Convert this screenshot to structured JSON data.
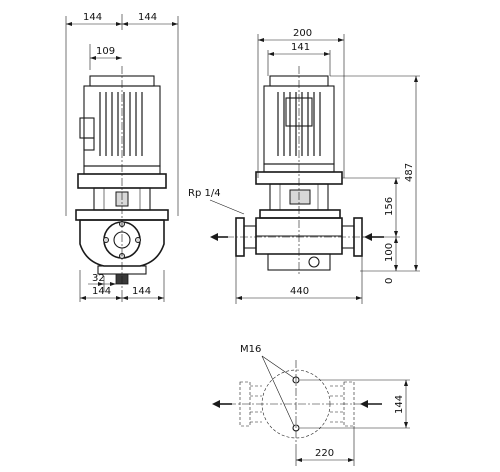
{
  "dimensions": {
    "front_top_left": "144",
    "front_top_right": "144",
    "front_motor_half": "109",
    "front_offset": "32",
    "front_bottom_left": "144",
    "front_bottom_right": "144",
    "side_total_width": "200",
    "side_motor_width": "141",
    "side_port_label": "Rp 1/4",
    "side_height_total": "487",
    "side_height_flange": "156",
    "side_height_axis": "100",
    "side_height_zero": "0",
    "side_length": "440",
    "plan_bolt_label": "M16",
    "plan_half_length": "220",
    "plan_width": "144"
  }
}
